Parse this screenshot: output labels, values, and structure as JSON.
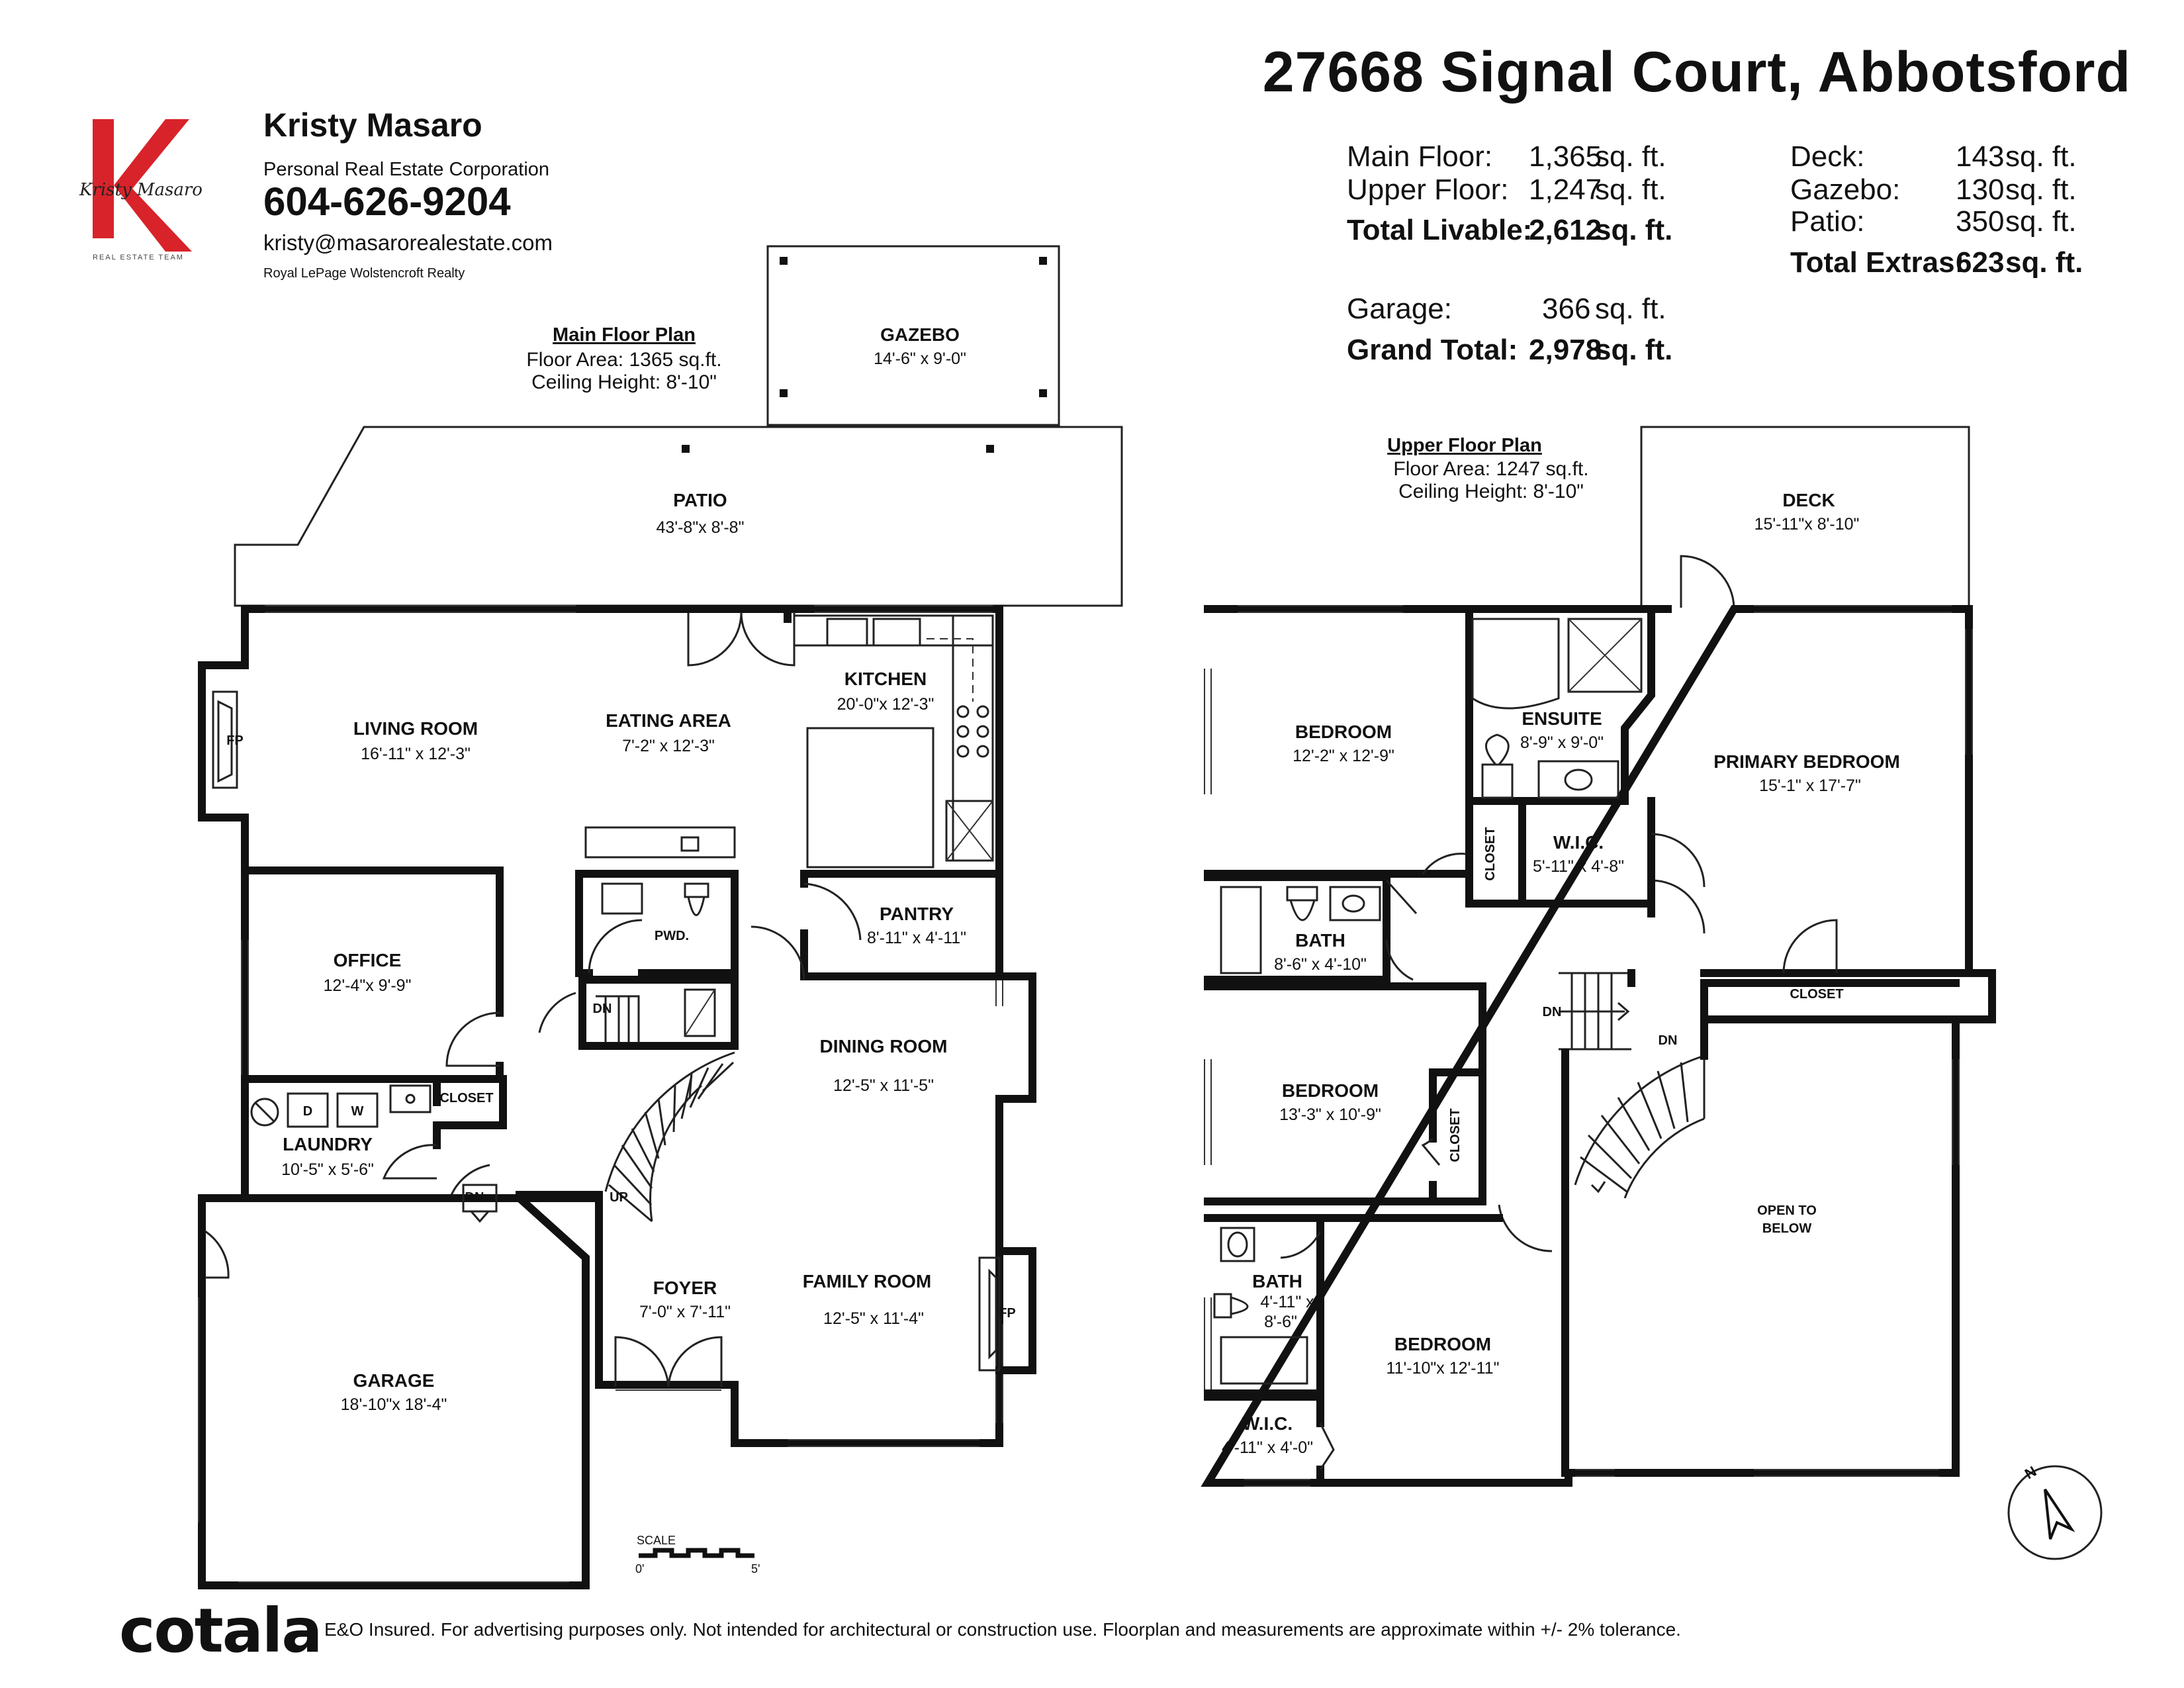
{
  "agent": {
    "logo_text": "Kristy Masaro",
    "logo_subtext": "REAL ESTATE TEAM",
    "name": "Kristy Masaro",
    "corporation": "Personal Real Estate Corporation",
    "phone": "604-626-9204",
    "email": "kristy@masarorealestate.com",
    "brokerage": "Royal LePage Wolstencroft Realty"
  },
  "address": "27668 Signal Court, Abbotsford",
  "areas": {
    "main_floor": {
      "label": "Main Floor:",
      "value": "1,365",
      "unit": "sq. ft."
    },
    "upper_floor": {
      "label": "Upper Floor:",
      "value": "1,247",
      "unit": "sq. ft."
    },
    "total_livable": {
      "label": "Total Livable:",
      "value": "2,612",
      "unit": "sq. ft."
    },
    "garage": {
      "label": "Garage:",
      "value": "366",
      "unit": "sq. ft."
    },
    "grand_total": {
      "label": "Grand Total:",
      "value": "2,978",
      "unit": "sq. ft."
    },
    "deck": {
      "label": "Deck:",
      "value": "143",
      "unit": "sq. ft."
    },
    "gazebo": {
      "label": "Gazebo:",
      "value": "130",
      "unit": "sq. ft."
    },
    "patio": {
      "label": "Patio:",
      "value": "350",
      "unit": "sq. ft."
    },
    "total_extras": {
      "label": "Total Extras:",
      "value": "623",
      "unit": "sq. ft."
    }
  },
  "main_floor_plan": {
    "title": "Main Floor Plan",
    "floor_area": "Floor Area: 1365 sq.ft.",
    "ceiling": "Ceiling Height: 8'-10\"",
    "rooms": {
      "gazebo": {
        "name": "GAZEBO",
        "dims": "14'-6\" x 9'-0\""
      },
      "patio": {
        "name": "PATIO",
        "dims": "43'-8\"x 8'-8\""
      },
      "living": {
        "name": "LIVING ROOM",
        "dims": "16'-11\" x 12'-3\""
      },
      "eating": {
        "name": "EATING AREA",
        "dims": "7'-2\" x 12'-3\""
      },
      "kitchen": {
        "name": "KITCHEN",
        "dims": "20'-0\"x 12'-3\""
      },
      "office": {
        "name": "OFFICE",
        "dims": "12'-4\"x 9'-9\""
      },
      "pwd": {
        "name": "PWD."
      },
      "pantry": {
        "name": "PANTRY",
        "dims": "8'-11\" x 4'-11\""
      },
      "dining": {
        "name": "DINING ROOM",
        "dims": "12'-5\" x 11'-5\""
      },
      "laundry": {
        "name": "LAUNDRY",
        "dims": "10'-5\" x 5'-6\""
      },
      "closet": {
        "name": "CLOSET"
      },
      "foyer": {
        "name": "FOYER",
        "dims": "7'-0\" x 7'-11\""
      },
      "family": {
        "name": "FAMILY ROOM",
        "dims": "12'-5\" x 11'-4\""
      },
      "garage": {
        "name": "GARAGE",
        "dims": "18'-10\"x 18'-4\""
      }
    },
    "fp": "FP",
    "dn": "DN",
    "up": "UP",
    "d": "D",
    "w": "W"
  },
  "upper_floor_plan": {
    "title": "Upper Floor Plan",
    "floor_area": "Floor Area: 1247 sq.ft.",
    "ceiling": "Ceiling Height: 8'-10\"",
    "rooms": {
      "deck": {
        "name": "DECK",
        "dims": "15'-11\"x 8'-10\""
      },
      "bedroom1": {
        "name": "BEDROOM",
        "dims": "12'-2\" x 12'-9\""
      },
      "ensuite": {
        "name": "ENSUITE",
        "dims": "8'-9\" x 9'-0\""
      },
      "primary": {
        "name": "PRIMARY BEDROOM",
        "dims": "15'-1\" x 17'-7\""
      },
      "closet1": {
        "name": "CLOSET"
      },
      "wic1": {
        "name": "W.I.C.",
        "dims": "5'-11\" x 4'-8\""
      },
      "bath1": {
        "name": "BATH",
        "dims": "8'-6\" x 4'-10\""
      },
      "closet2": {
        "name": "CLOSET"
      },
      "bedroom2": {
        "name": "BEDROOM",
        "dims": "13'-3\" x 10'-9\""
      },
      "closet3": {
        "name": "CLOSET"
      },
      "open": {
        "name_line1": "OPEN TO",
        "name_line2": "BELOW"
      },
      "bath2": {
        "name": "BATH",
        "dims_line1": "4'-11\" x",
        "dims_line2": "8'-6\""
      },
      "bedroom3": {
        "name": "BEDROOM",
        "dims": "11'-10\"x 12'-11\""
      },
      "wic2": {
        "name": "W.I.C.",
        "dims": "4'-11\" x 4'-0\""
      }
    },
    "dn1": "DN",
    "dn2": "DN"
  },
  "scale": {
    "label": "SCALE",
    "start": "0'",
    "end": "5'"
  },
  "compass": "N",
  "footer": {
    "brand": "cotala",
    "disclaimer": "E&O Insured. For advertising purposes only. Not intended for architectural or construction use. Floorplan and measurements are approximate within +/- 2% tolerance."
  }
}
